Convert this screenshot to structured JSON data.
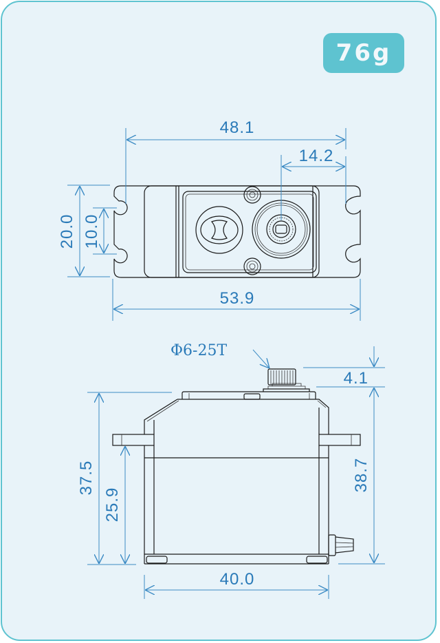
{
  "weight_badge": {
    "label": "76g"
  },
  "top_view": {
    "dimensions": {
      "mounting_hole_span": "48.1",
      "output_shaft_offset": "14.2",
      "overall_width": "20.0",
      "hole_spacing": "10.0",
      "overall_length": "53.9"
    }
  },
  "side_view": {
    "spline_label": "Φ6-25T",
    "dimensions": {
      "spline_height": "4.1",
      "body_height": "37.5",
      "tab_to_bottom": "25.9",
      "total_height": "38.7",
      "body_length": "40.0"
    }
  },
  "colors": {
    "background": "#e8f3f9",
    "border": "#5ec3d0",
    "badge": "#5ec3d0",
    "dimension": "#2a7ab8",
    "outline": "#1a1a1a"
  }
}
